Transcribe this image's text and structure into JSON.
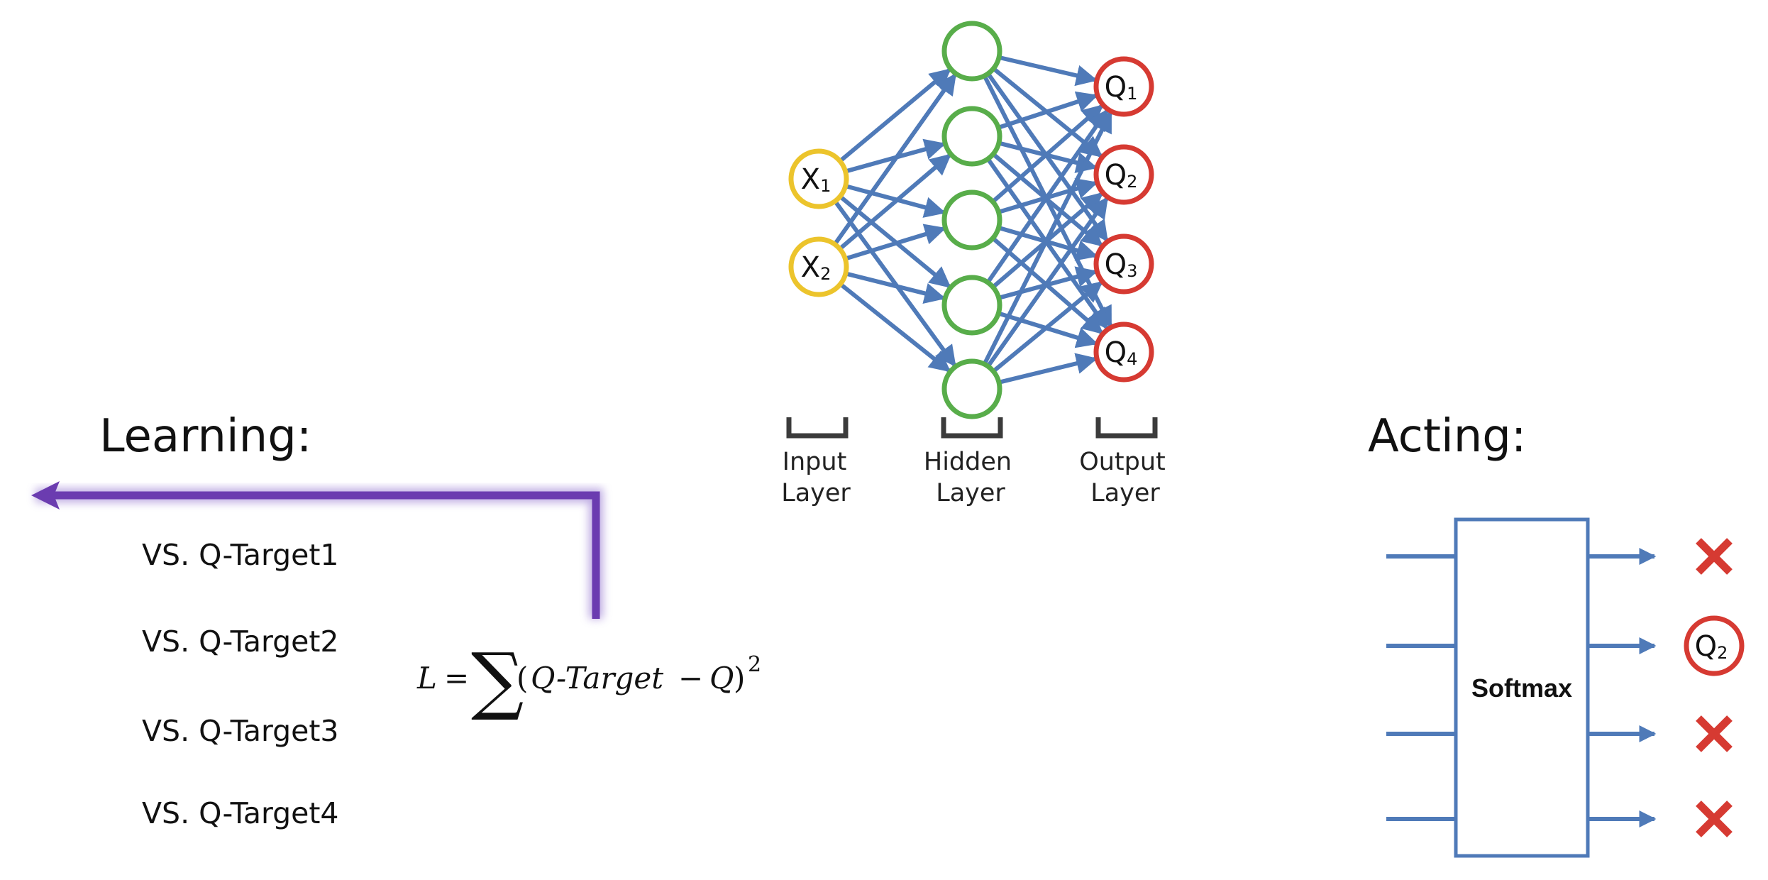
{
  "colors": {
    "edge": "#4f7ab8",
    "input_node": "#ecc42c",
    "hidden_node": "#58ad4a",
    "output_node": "#d63a32",
    "arrow_purple": "#6b3cb0",
    "glow_purple": "#a990da",
    "cross_red": "#d63a32",
    "text": "#111111"
  },
  "network": {
    "input_nodes": [
      {
        "main": "X",
        "sub": "1"
      },
      {
        "main": "X",
        "sub": "2"
      }
    ],
    "hidden_node_count": 5,
    "output_nodes": [
      {
        "main": "Q",
        "sub": "1"
      },
      {
        "main": "Q",
        "sub": "2"
      },
      {
        "main": "Q",
        "sub": "3"
      },
      {
        "main": "Q",
        "sub": "4"
      }
    ],
    "layer_labels": [
      {
        "line1": "Input",
        "line2": "Layer"
      },
      {
        "line1": "Hidden",
        "line2": "Layer"
      },
      {
        "line1": "Output",
        "line2": "Layer"
      }
    ]
  },
  "learning": {
    "title": "Learning:",
    "targets": [
      "VS. Q-Target1",
      "VS. Q-Target2",
      "VS. Q-Target3",
      "VS. Q-Target4"
    ],
    "formula": {
      "lhs": "L",
      "equals": "=",
      "sigma": "∑",
      "open": "(",
      "q_target": "Q-Target",
      "minus": "−",
      "q": "Q",
      "close": ")",
      "power": "2"
    }
  },
  "acting": {
    "title": "Acting:",
    "box_label": "Softmax",
    "outputs": [
      {
        "kind": "cross",
        "icon": "x-mark-icon"
      },
      {
        "kind": "node",
        "main": "Q",
        "sub": "2"
      },
      {
        "kind": "cross",
        "icon": "x-mark-icon"
      },
      {
        "kind": "cross",
        "icon": "x-mark-icon"
      }
    ]
  }
}
